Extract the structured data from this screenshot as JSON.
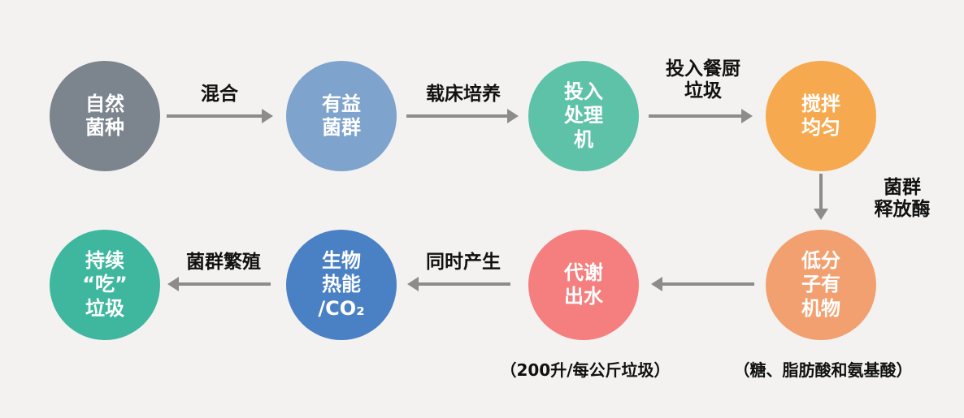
{
  "canvas": {
    "background": "#f3f2f1",
    "arrow_color": "#8c8c8c",
    "label_color": "#111111"
  },
  "row1": {
    "nodes": [
      {
        "label": "自然\n菌种",
        "color": "#7C848E"
      },
      {
        "label": "有益\n菌群",
        "color": "#7EA3CC"
      },
      {
        "label": "投入\n处理\n机",
        "color": "#5EC2A9"
      },
      {
        "label": "搅拌\n均匀",
        "color": "#F6A94F"
      }
    ],
    "arrows": [
      {
        "label": "混合"
      },
      {
        "label": "载床培养"
      },
      {
        "label": "投入餐厨\n垃圾"
      }
    ]
  },
  "connector": {
    "label": "菌群\n释放酶"
  },
  "row2": {
    "nodes": [
      {
        "label": "低分\n子有\n机物",
        "color": "#F2A070"
      },
      {
        "label": "代谢\n出水",
        "color": "#F57E7E"
      },
      {
        "label": "生物\n热能\n/CO₂",
        "color": "#4A80C4"
      },
      {
        "label": "持续\n“吃”\n垃圾",
        "color": "#3EB79E"
      }
    ],
    "arrows": [
      {
        "label": ""
      },
      {
        "label": "同时产生"
      },
      {
        "label": "菌群繁殖"
      }
    ]
  },
  "captions": {
    "metabolic_water": "（200升/每公斤垃圾）",
    "organics": "（糖、脂肪酸和氨基酸）"
  }
}
